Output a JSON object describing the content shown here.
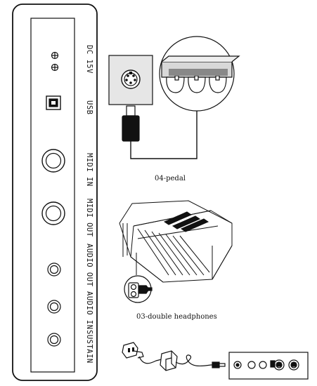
{
  "panel": {
    "labels": {
      "dc": "DC 15V",
      "usb": "USB",
      "midi_in": "MIDI IN",
      "midi_out": "MIDI OUT",
      "audio_out": "AUDIO OUT",
      "audio_in": "AUDIO IN",
      "sustain": "SUSTAIN"
    }
  },
  "captions": {
    "pedal": "04-pedal",
    "headphones": "03-double headphones"
  }
}
